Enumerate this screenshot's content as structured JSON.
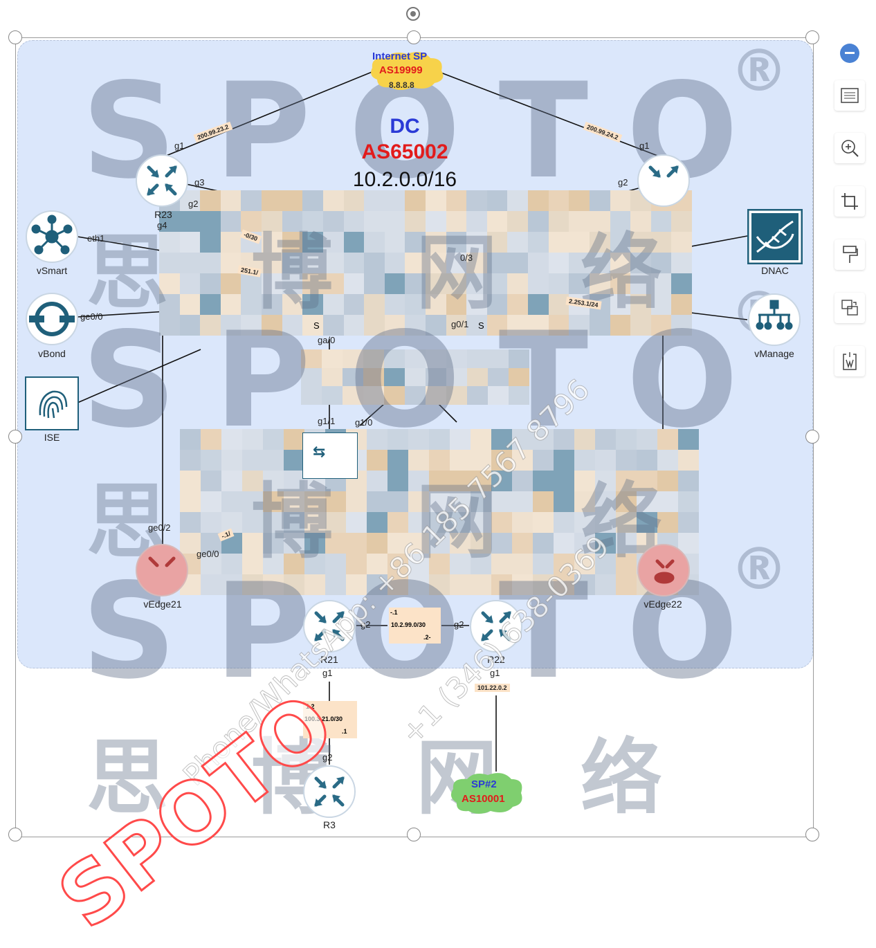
{
  "diagram": {
    "internet_sp": {
      "name": "Internet SP",
      "as": "AS19999",
      "ip": "8.8.8.8"
    },
    "dc": {
      "name": "DC",
      "as": "AS65002",
      "prefix": "10.2.0.0/16"
    },
    "sp2": {
      "name": "SP#2",
      "as": "AS10001"
    },
    "devices": {
      "r23": "R23",
      "r24": "",
      "r21": "R21",
      "r22": "R22",
      "r3": "R3",
      "vsmart": "vSmart",
      "vbond": "vBond",
      "ise": "ISE",
      "dnac": "DNAC",
      "vmanage": "vManage",
      "vedge21": "vEdge21",
      "vedge22": "vEdge22",
      "sw1_partial": "S",
      "sw2_partial": "S"
    },
    "interfaces": {
      "r23_g1": "g1",
      "r23_g3": "g3",
      "r23_g2": "g2",
      "r23_g4": "g4",
      "r24_g1": "g1",
      "r24_g2": "g2",
      "vsmart_eth1": "eth1",
      "vbond_ge": "ge0/0",
      "vedge21_ge": "ge0/2",
      "vedge21_ge2": "ge0/0",
      "sw_ga": "ga/0",
      "sw_g11": "g1/1",
      "sw_g10": "g1/0",
      "sw_g03": "0/3",
      "sw_g01": "g0/1",
      "r21_g2": "g2",
      "r22_g2": "g2",
      "r21_g1": "g1",
      "r22_g1": "g1",
      "r3_g2": "g2"
    },
    "subnets": {
      "r23_isp": "200.99.23.2",
      "r24_isp": "200.99.24.2",
      "r21_r22": "10.2.99.0/30",
      "r21_r22_a": "-.1",
      "r21_r22_b": ".2-",
      "r21_r3": "100.3.21.0/30",
      "r21_r3_a": "1.2",
      "r21_r3_b": ".1",
      "r22_sp2": "101.22.0.2",
      "vmanage_link": "2.253.1/24",
      "r23_g2_link": "-0/30",
      "r23_g2_link2": "251.1/",
      "vedge21_link": "-.1/"
    }
  },
  "watermarks": {
    "latin": "SPOTO",
    "chinese": "思博网络",
    "registered": "®",
    "diagonal_1": "Phone/WhatsApp: +86 185 7567 8796",
    "diagonal_2": "+1 (346) 638-0369",
    "red_logo": "SPOTO"
  },
  "toolbar": {
    "icons": [
      "collapse-icon",
      "layout-icon",
      "zoom-in-icon",
      "crop-icon",
      "format-painter-icon",
      "replace-image-icon",
      "export-icon"
    ]
  },
  "colors": {
    "dc_background": "#dbe7fb",
    "device_blue": "#2a6b86",
    "vedge_red": "#e27f7f",
    "subnet_bg": "#fce3c8",
    "isp_cloud": "#f7d24a",
    "sp2_cloud": "#7fcf6f"
  }
}
